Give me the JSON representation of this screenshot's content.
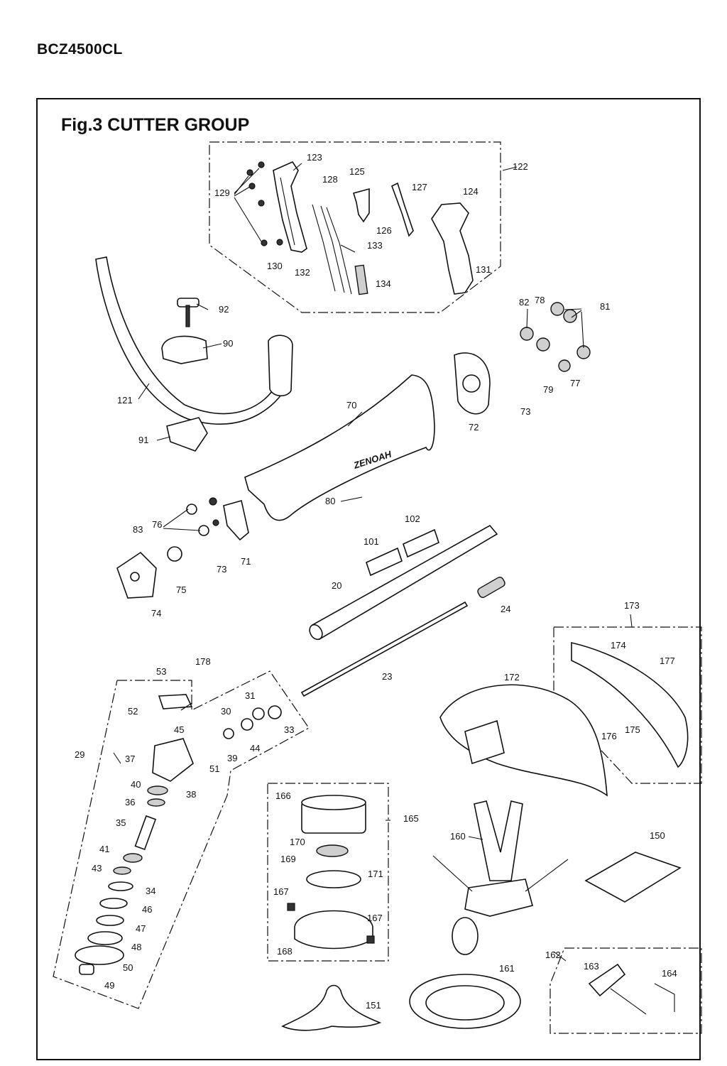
{
  "model": "BCZ4500CL",
  "figure_title": "Fig.3  CUTTER GROUP",
  "part_labels": [
    "122",
    "123",
    "129",
    "128",
    "125",
    "127",
    "124",
    "126",
    "133",
    "130",
    "132",
    "131",
    "134",
    "92",
    "90",
    "121",
    "91",
    "70",
    "82",
    "78",
    "81",
    "72",
    "73",
    "79",
    "77",
    "80",
    "76",
    "83",
    "71",
    "73",
    "75",
    "74",
    "101",
    "102",
    "20",
    "24",
    "23",
    "173",
    "174",
    "177",
    "172",
    "176",
    "175",
    "53",
    "178",
    "52",
    "31",
    "30",
    "33",
    "45",
    "44",
    "29",
    "37",
    "39",
    "51",
    "40",
    "38",
    "36",
    "35",
    "41",
    "43",
    "34",
    "46",
    "47",
    "48",
    "50",
    "49",
    "166",
    "165",
    "170",
    "169",
    "171",
    "167",
    "167",
    "168",
    "160",
    "150",
    "151",
    "161",
    "162",
    "163",
    "164"
  ]
}
